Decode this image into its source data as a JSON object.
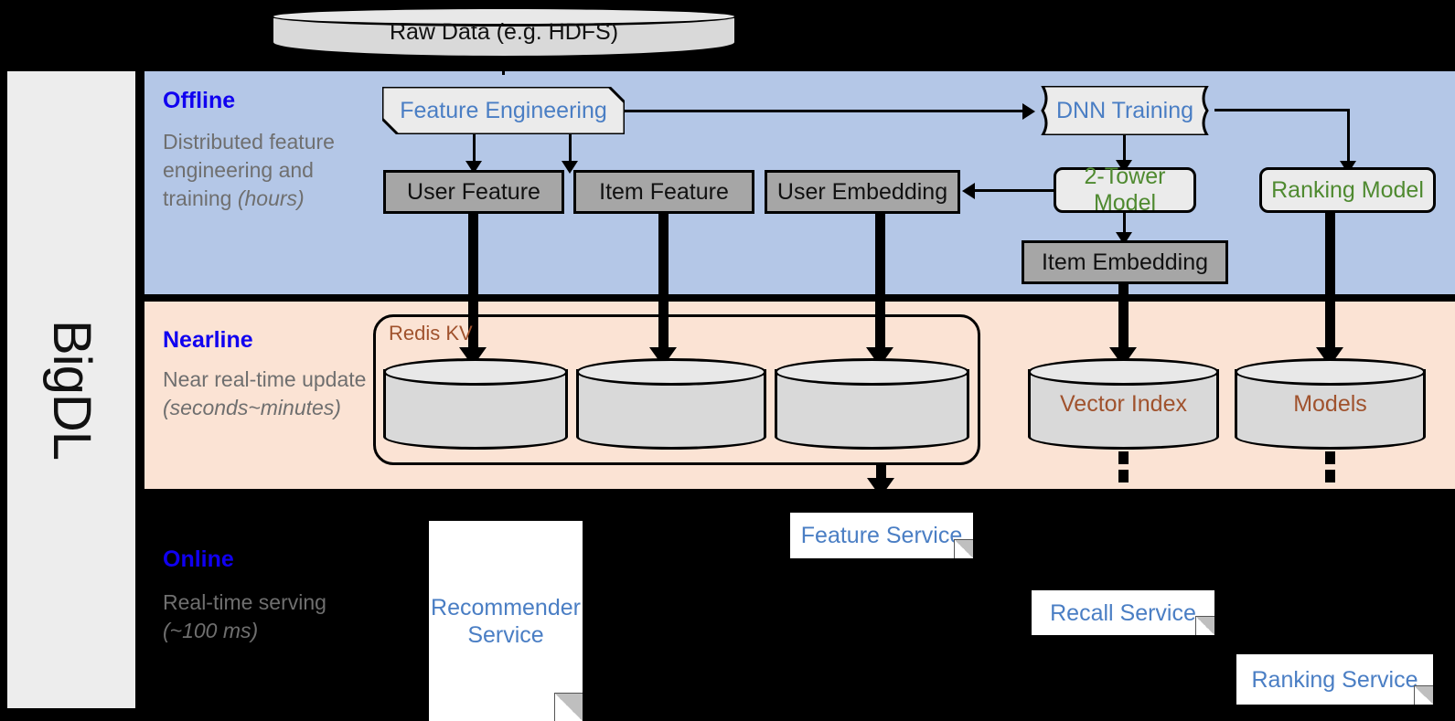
{
  "framework": {
    "label": "BigDL"
  },
  "bands": [
    {
      "id": "offline",
      "title": "Offline",
      "subtitle": "Distributed feature engineering and training ",
      "subtitle_em": "(hours)",
      "bg_color": "#b4c7e7"
    },
    {
      "id": "nearline",
      "title": "Nearline",
      "subtitle": "Near real-time update ",
      "subtitle_em": "(seconds~minutes)",
      "bg_color": "#fbe3d4"
    },
    {
      "id": "online",
      "title": "Online",
      "subtitle": "Real-time serving ",
      "subtitle_em": "(~100 ms)",
      "bg_color": "#000000"
    }
  ],
  "nodes": {
    "raw_data": "Raw Data (e.g. HDFS)",
    "feature_engineering": "Feature Engineering",
    "dnn_training": "DNN Training",
    "user_feature": "User Feature",
    "item_feature": "Item Feature",
    "user_embedding": "User Embedding",
    "two_tower_model": "2-Tower Model",
    "ranking_model": "Ranking Model",
    "item_embedding": "Item Embedding",
    "redis_kv": "Redis KV",
    "vector_index": "Vector Index",
    "models": "Models",
    "feature_service": "Feature Service",
    "recommender_service": "Recommender Service",
    "recall_service": "Recall Service",
    "ranking_service": "Ranking Service"
  },
  "colors": {
    "band_title": "#1000f0",
    "band_subtitle": "#6f6f6f",
    "blue_node_text": "#4a7ec4",
    "green_node_text": "#4f8a30",
    "brown_store_text": "#a0522d",
    "grey_node_fill": "#a6a6a6",
    "light_node_fill": "#ebebeb",
    "offline_band": "#b4c7e7",
    "nearline_band": "#fbe3d4",
    "online_band": "#000000",
    "rail_fill": "#ededed"
  }
}
